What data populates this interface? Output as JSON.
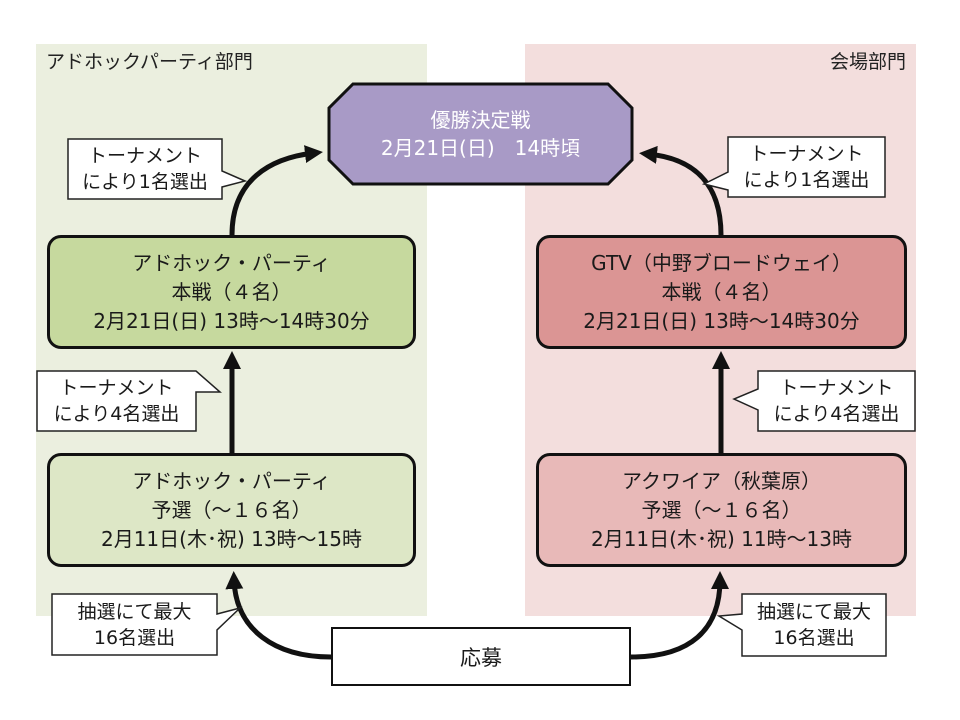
{
  "panels": {
    "left_title": "アドホックパーティ部門",
    "right_title": "会場部門"
  },
  "final": {
    "line1": "優勝決定戦",
    "line2": "2月21日(日)　14時頃",
    "fill": "#a89ac6"
  },
  "adhoc": {
    "main": {
      "line1": "アドホック・パーティ",
      "line2": "本戦（４名）",
      "line3": "2月21日(日) 13時〜14時30分"
    },
    "prelim": {
      "line1": "アドホック・パーティ",
      "line2": "予選（〜１６名）",
      "line3": "2月11日(木･祝) 13時〜15時"
    }
  },
  "venue": {
    "main": {
      "line1": "GTV（中野ブロードウェイ）",
      "line2": "本戦（４名）",
      "line3": "2月21日(日) 13時〜14時30分"
    },
    "prelim": {
      "line1": "アクワイア（秋葉原）",
      "line2": "予選（〜１６名）",
      "line3": "2月11日(木･祝) 11時〜13時"
    }
  },
  "callouts": {
    "top_left": {
      "line1": "トーナメント",
      "line2": "により1名選出"
    },
    "top_right": {
      "line1": "トーナメント",
      "line2": "により1名選出"
    },
    "mid_left": {
      "line1": "トーナメント",
      "line2": "により4名選出"
    },
    "mid_right": {
      "line1": "トーナメント",
      "line2": "により4名選出"
    },
    "bot_left": {
      "line1": "抽選にて最大",
      "line2": "16名選出"
    },
    "bot_right": {
      "line1": "抽選にて最大",
      "line2": "16名選出"
    }
  },
  "apply": {
    "label": "応募"
  }
}
